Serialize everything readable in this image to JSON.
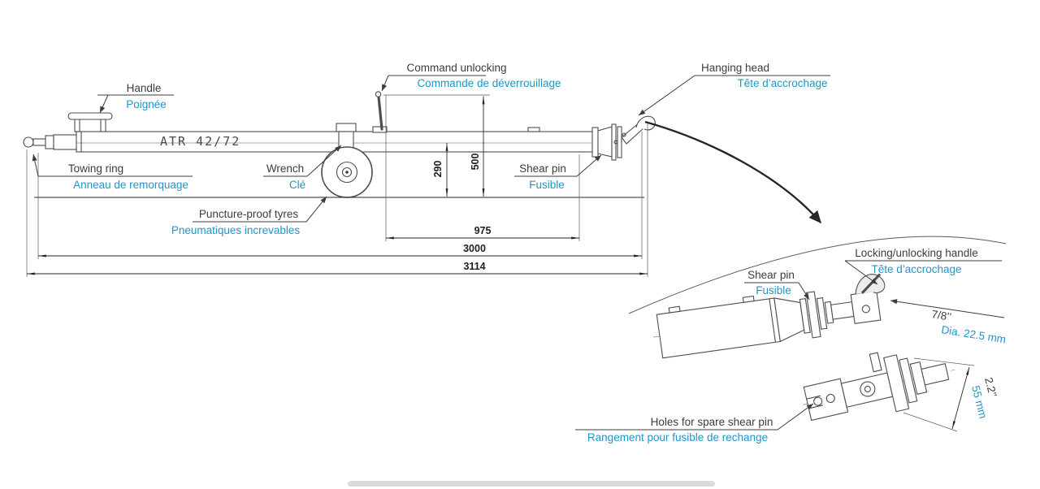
{
  "diagram": {
    "model": "ATR 42/72"
  },
  "colors": {
    "english_label": "#3c3c3c",
    "french_label": "#2095c8",
    "line": "#4d4d4d",
    "dimension": "#1f1f1f"
  },
  "main_labels": {
    "handle_en": "Handle",
    "handle_fr": "Poignée",
    "command_unlocking_en": "Command unlocking",
    "command_unlocking_fr": "Commande de déverrouillage",
    "hanging_head_en": "Hanging head",
    "hanging_head_fr": "Tête d’accrochage",
    "towing_ring_en": "Towing ring",
    "towing_ring_fr": "Anneau de remorquage",
    "wrench_en": "Wrench",
    "wrench_fr": "Clé",
    "tyres_en": "Puncture-proof tyres",
    "tyres_fr": "Pneumatiques increvables",
    "shear_pin_en": "Shear pin",
    "shear_pin_fr": "Fusible"
  },
  "dimensions_mm": {
    "axle_height": "290",
    "lever_height": "500",
    "wheel_to_head": "975",
    "length": "3000",
    "overall_length": "3114"
  },
  "detail_labels": {
    "locking_handle_en": "Locking/unlocking handle",
    "locking_handle_fr": "Tête d’accrochage",
    "shear_pin_en": "Shear pin",
    "shear_pin_fr": "Fusible",
    "spare_holes_en": "Holes for spare shear pin",
    "spare_holes_fr": "Rangement pour fusible de rechange",
    "hitch_diameter_en": "7/8’’",
    "hitch_diameter_fr": "Dia. 22.5 mm",
    "hitch_length_en": "2.2’’",
    "hitch_length_fr": "55 mm"
  }
}
